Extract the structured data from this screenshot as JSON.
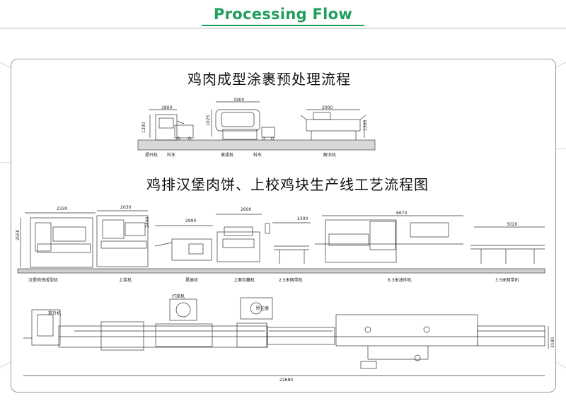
{
  "header": {
    "title": "Processing Flow",
    "accent_color": "#1f9e5c"
  },
  "section1": {
    "title": "鸡肉成型涂裹预处理流程",
    "labels": [
      "提升机",
      "料车",
      "滚揉机",
      "料车",
      "解冻机"
    ],
    "dims": [
      "1800",
      "1200",
      "1900",
      "1025",
      "2000",
      "1300"
    ]
  },
  "section2": {
    "title": "鸡排汉堡肉饼、上校鸡块生产线工艺流程图",
    "labels": [
      "汉堡肉饼成型机",
      "上浆机",
      "裹屑机",
      "上面包糠机",
      "2.5米网带机",
      "6.3米油炸机",
      "3.5米网带机"
    ],
    "dims": [
      "2330",
      "2030",
      "2990",
      "2600",
      "2300",
      "6670",
      "3020",
      "2550",
      "2440"
    ],
    "plan_labels": [
      "提升机",
      "打浆机",
      "除尘器"
    ],
    "plan_dims": [
      "22680",
      "3180"
    ]
  }
}
